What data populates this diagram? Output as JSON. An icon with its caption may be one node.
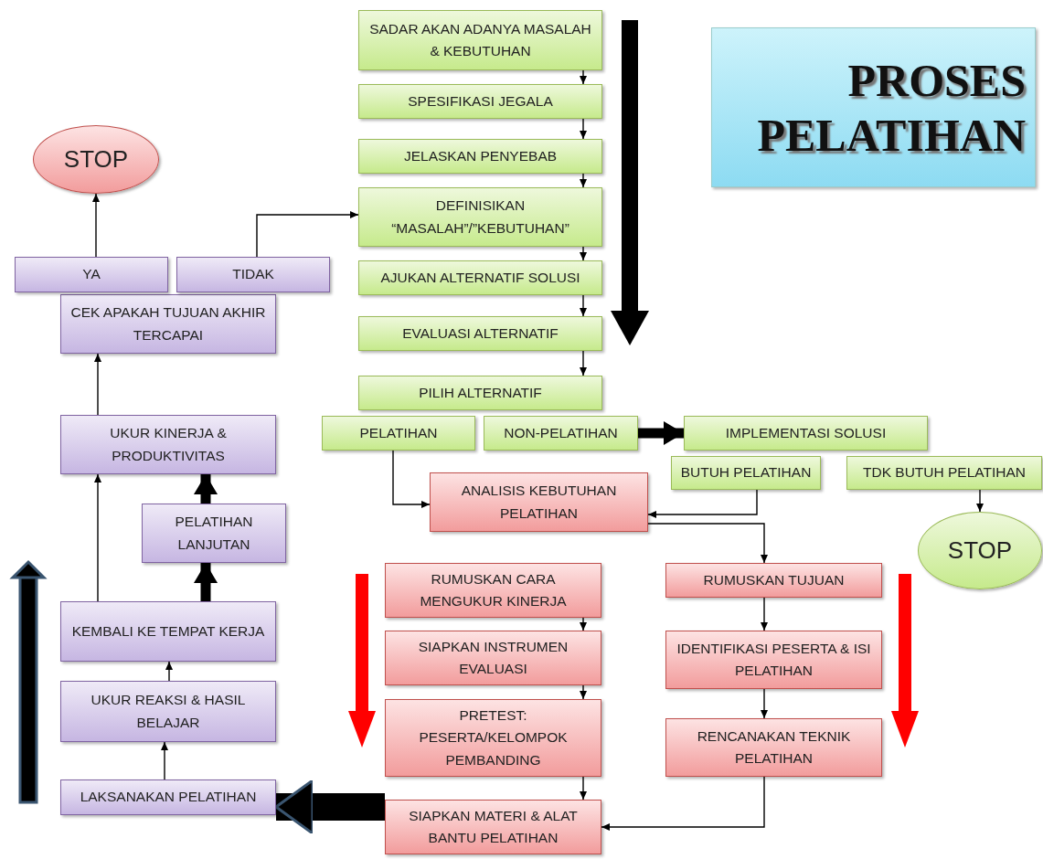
{
  "diagram": {
    "nodes": [
      {
        "text": [
          "PROSES PELATIHAN"
        ]
      },
      {
        "text": [
          "SADAR AKAN ADANYA MASALAH & KEBUTUHAN"
        ]
      },
      {
        "text": [
          "SPESIFIKASI JEGALA"
        ]
      },
      {
        "text": [
          "JELASKAN PENYEBAB"
        ]
      },
      {
        "text": [
          "DEFINISIKAN “MASALAH”/”KEBUTUHAN”"
        ]
      },
      {
        "text": [
          "AJUKAN ALTERNATIF SOLUSI"
        ]
      },
      {
        "text": [
          "EVALUASI ALTERNATIF"
        ]
      },
      {
        "text": [
          "PILIH ALTERNATIF"
        ]
      },
      {
        "text": [
          "PELATIHAN"
        ]
      },
      {
        "text": [
          "NON-PELATIHAN"
        ]
      },
      {
        "text": [
          "IMPLEMENTASI SOLUSI"
        ]
      },
      {
        "text": [
          "BUTUH PELATIHAN"
        ]
      },
      {
        "text": [
          "TDK BUTUH PELATIHAN"
        ]
      },
      {
        "text": [
          "ANALISIS KEBUTUHAN PELATIHAN"
        ]
      },
      {
        "text": [
          "STOP"
        ]
      },
      {
        "text": [
          "RUMUSKAN TUJUAN"
        ]
      },
      {
        "text": [
          "IDENTIFIKASI PESERTA & ISI PELATIHAN"
        ]
      },
      {
        "text": [
          "RENCANAKAN TEKNIK PELATIHAN"
        ]
      },
      {
        "text": [
          "RUMUSKAN CARA MENGUKUR KINERJA"
        ]
      },
      {
        "text": [
          "SIAPKAN INSTRUMEN EVALUASI"
        ]
      },
      {
        "text": [
          "PRETEST: PESERTA/KELOMPOK PEMBANDING"
        ]
      },
      {
        "text": [
          "SIAPKAN MATERI & ALAT BANTU PELATIHAN"
        ]
      },
      {
        "text": [
          "LAKSANAKAN PELATIHAN"
        ]
      },
      {
        "text": [
          "UKUR REAKSI & HASIL BELAJAR"
        ]
      },
      {
        "text": [
          "KEMBALI KE TEMPAT KERJA"
        ]
      },
      {
        "text": [
          "PELATIHAN LANJUTAN"
        ]
      },
      {
        "text": [
          "UKUR KINERJA & PRODUKTIVITAS"
        ]
      },
      {
        "text": [
          "CEK APAKAH TUJUAN AKHIR TERCAPAI"
        ]
      },
      {
        "text": [
          "YA"
        ]
      },
      {
        "text": [
          "TIDAK"
        ]
      },
      {
        "text": [
          "STOP"
        ]
      }
    ],
    "edges": [
      {
        "from": 1,
        "to": 2,
        "arrow": "to"
      },
      {
        "from": 2,
        "to": 3,
        "arrow": "to"
      },
      {
        "from": 3,
        "to": 4,
        "arrow": "to"
      },
      {
        "from": 4,
        "to": 5,
        "arrow": "to"
      },
      {
        "from": 5,
        "to": 6,
        "arrow": "to"
      },
      {
        "from": 6,
        "to": 7,
        "arrow": "to"
      },
      {
        "from": 9,
        "to": 10,
        "arrow": "to",
        "style": "thick"
      },
      {
        "from": 8,
        "to": 13,
        "arrow": "to"
      },
      {
        "from": 11,
        "to": 13,
        "arrow": "to"
      },
      {
        "from": 13,
        "to": 15,
        "arrow": "to"
      },
      {
        "from": 12,
        "to": 14,
        "arrow": "to"
      },
      {
        "from": 15,
        "to": 16,
        "arrow": "to"
      },
      {
        "from": 16,
        "to": 17,
        "arrow": "to"
      },
      {
        "from": 17,
        "to": 21,
        "arrow": "to"
      },
      {
        "from": 18,
        "to": 19,
        "arrow": "to"
      },
      {
        "from": 19,
        "to": 20,
        "arrow": "to"
      },
      {
        "from": 20,
        "to": 21,
        "arrow": "to"
      },
      {
        "from": 21,
        "to": 22,
        "arrow": "to",
        "style": "thick"
      },
      {
        "from": 22,
        "to": 23,
        "arrow": "to"
      },
      {
        "from": 23,
        "to": 24,
        "arrow": "to"
      },
      {
        "from": 24,
        "to": 25,
        "arrow": "to",
        "style": "thick"
      },
      {
        "from": 25,
        "to": 26,
        "arrow": "to",
        "style": "thick"
      },
      {
        "from": 24,
        "to": 26,
        "arrow": "to"
      },
      {
        "from": 26,
        "to": 27,
        "arrow": "to"
      },
      {
        "from": 28,
        "to": 30,
        "arrow": "to"
      },
      {
        "from": 29,
        "to": 4,
        "arrow": "to"
      }
    ]
  }
}
